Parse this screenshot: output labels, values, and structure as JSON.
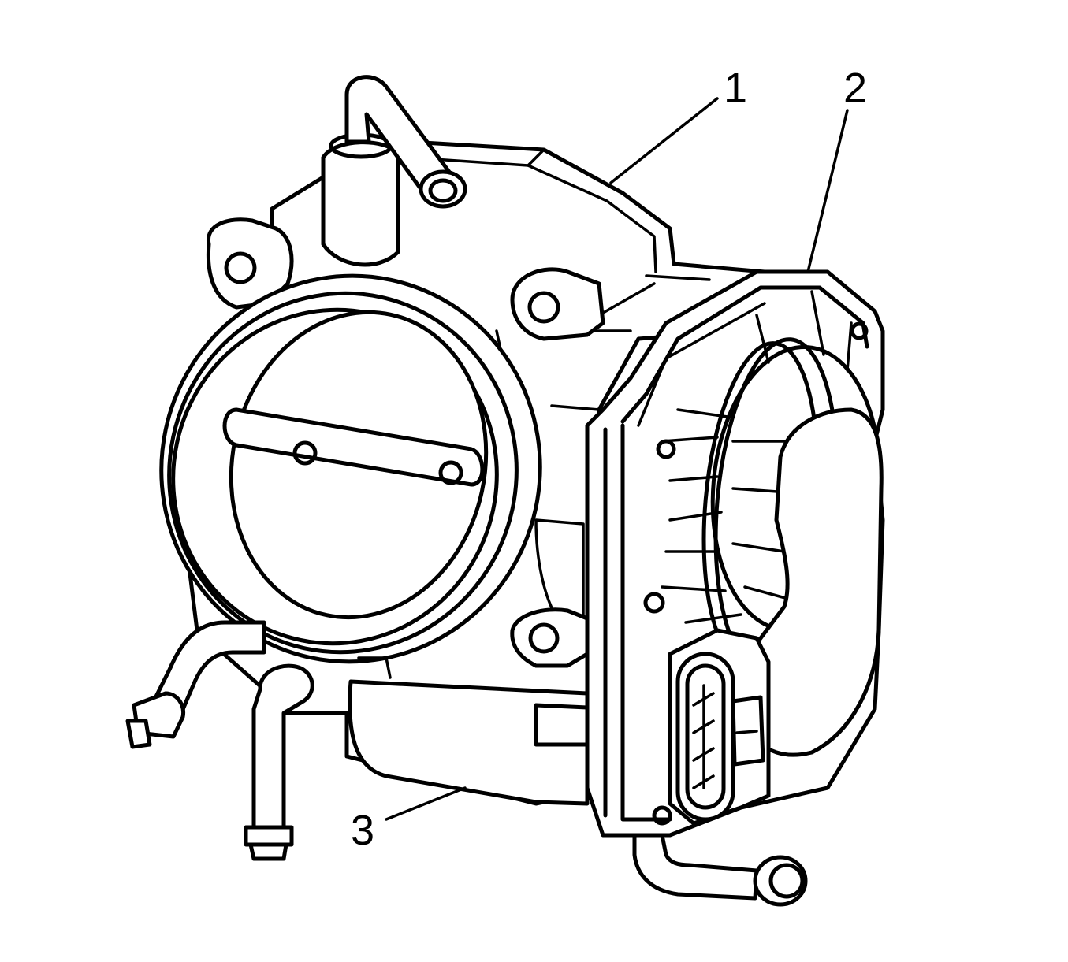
{
  "figure": {
    "callouts": [
      {
        "id": "1",
        "label": "1"
      },
      {
        "id": "2",
        "label": "2"
      },
      {
        "id": "3",
        "label": "3"
      }
    ],
    "colors": {
      "line": "#000000",
      "background": "#ffffff"
    }
  }
}
